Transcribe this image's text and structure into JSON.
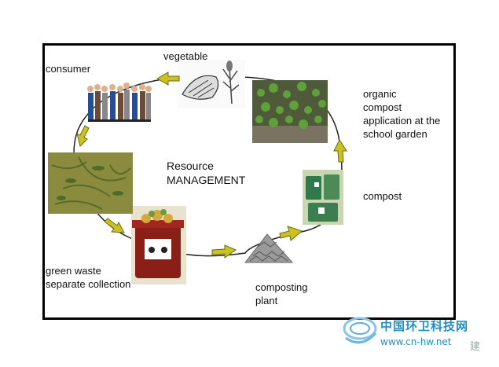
{
  "labels": {
    "vegetable": "vegetable",
    "consumer": "consumer",
    "organic": "organic\ncompost\napplication at the\nschool garden",
    "compost": "compost",
    "green_waste": "green waste\nseparate collection",
    "composting_plant": "composting\nplant",
    "center": "Resource\nMANAGEMENT"
  },
  "watermark": {
    "line1": "中国环卫科技网",
    "line2": "www.cn-hw.net",
    "line3": "建"
  },
  "colors": {
    "arrow": "#c9c21f",
    "arrow_edge": "#6b6a1a",
    "frame": "#000000",
    "accent_blue": "#1f8fc6"
  }
}
